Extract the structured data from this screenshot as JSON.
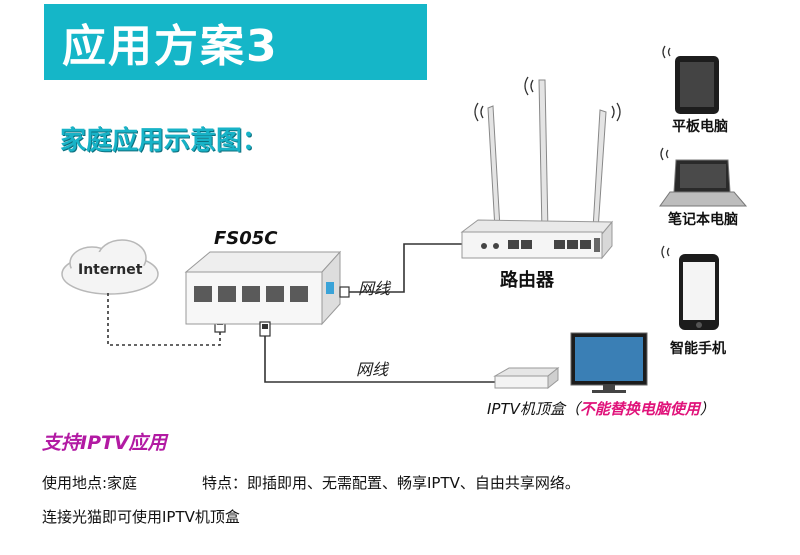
{
  "header": {
    "title": "应用方案3",
    "subtitle": "家庭应用示意图："
  },
  "diagram": {
    "internet_label": "Internet",
    "switch_label": "FS05C",
    "cable_label_1": "网线",
    "cable_label_2": "网线",
    "router_label": "路由器",
    "devices": {
      "tablet": "平板电脑",
      "laptop": "笔记本电脑",
      "phone": "智能手机"
    },
    "iptv": {
      "label": "IPTV机顶盒（",
      "warning": "不能替换电脑使用",
      "close": "）"
    }
  },
  "footer": {
    "feature_title": "支持IPTV应用",
    "usage_location": "使用地点:家庭",
    "features": "特点：即插即用、无需配置、畅享IPTV、自由共享网络。",
    "connection": "连接光猫即可使用IPTV机顶盒"
  },
  "colors": {
    "banner": "#15b6c8",
    "subtitle": "#18b3c7",
    "feature_title": "#b21aa3",
    "warning": "#e0127a"
  }
}
